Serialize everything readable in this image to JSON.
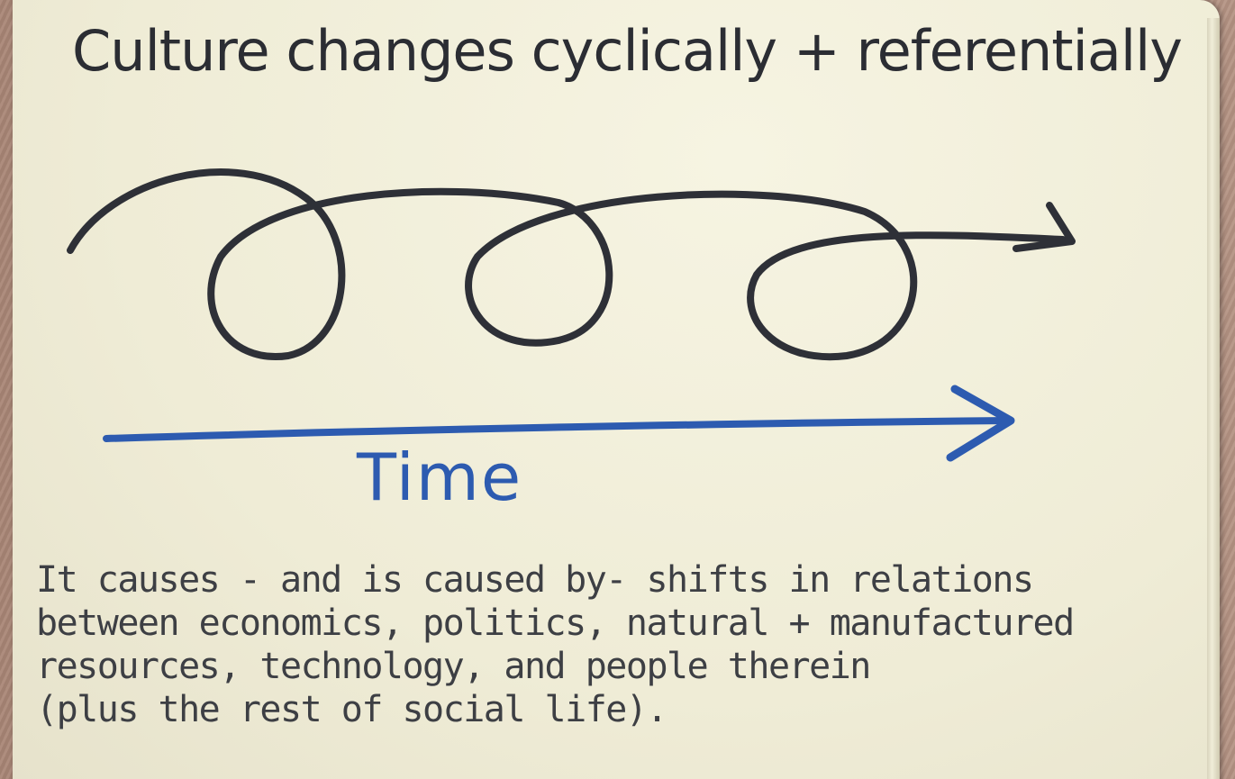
{
  "title": "Culture changes cyclically + referentially",
  "time_label": "Time",
  "body_lines": [
    "It causes - and is caused by- shifts in relations",
    "between economics, politics, natural + manufactured",
    "resources, technology, and people therein",
    "(plus the rest of social life)."
  ],
  "colors": {
    "spiral_ink": "#2e3037",
    "time_ink": "#2d5bb0",
    "paper": "#f2f0dc"
  }
}
